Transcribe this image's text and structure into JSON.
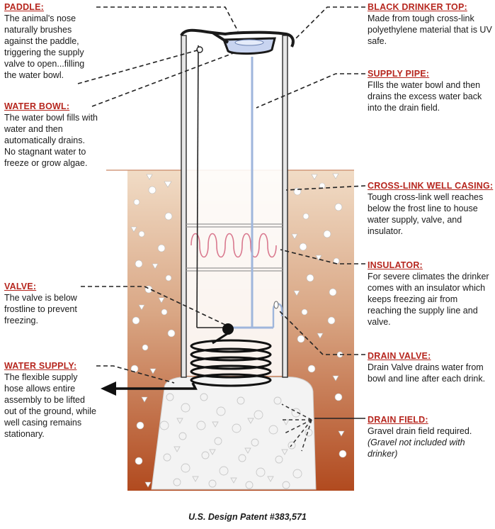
{
  "callouts": {
    "paddle": {
      "heading": "PADDLE:",
      "text": "The animal's nose naturally brushes against the paddle, triggering the supply valve to open...filling the water bowl."
    },
    "water_bowl": {
      "heading": "WATER BOWL:",
      "text": "The water bowl fills with water and then automatically drains. No stagnant water to freeze or grow algae."
    },
    "valve": {
      "heading": "VALVE:",
      "text": "The valve is below frostline to prevent freezing."
    },
    "water_supply": {
      "heading": "WATER SUPPLY:",
      "text": "The flexible supply hose allows entire assembly to be lifted out of the ground, while well casing remains stationary."
    },
    "black_drinker_top": {
      "heading": "BLACK DRINKER TOP:",
      "text": "Made from tough cross-link polyethylene material that is UV safe."
    },
    "supply_pipe": {
      "heading": "SUPPLY PIPE:",
      "text": "FIlls the water bowl and then drains the excess water back into the drain field."
    },
    "well_casing": {
      "heading": "CROSS-LINK WELL CASING:",
      "text": "Tough cross-link well reaches below the frost line to house water supply, valve, and insulator."
    },
    "insulator": {
      "heading": "INSULATOR:",
      "text": "For severe climates the drinker comes with an insulator which keeps freezing air from reaching the supply line and valve."
    },
    "drain_valve": {
      "heading": "DRAIN VALVE:",
      "text": "Drain Valve drains water from  bowl and line after each drink."
    },
    "drain_field": {
      "heading": "DRAIN FIELD:",
      "text": "Gravel drain field required.",
      "note": "(Gravel not included with drinker)"
    }
  },
  "patent": "U.S. Design Patent #383,571",
  "colors": {
    "heading": "#b6261e",
    "soil_top": "#efd8c2",
    "soil_bottom": "#b24a1e",
    "supply_pipe": "#9fb6dc",
    "insulator_coil": "#d9788e",
    "casing": "#2a2a2a",
    "gravel": "#f2f2f2"
  }
}
